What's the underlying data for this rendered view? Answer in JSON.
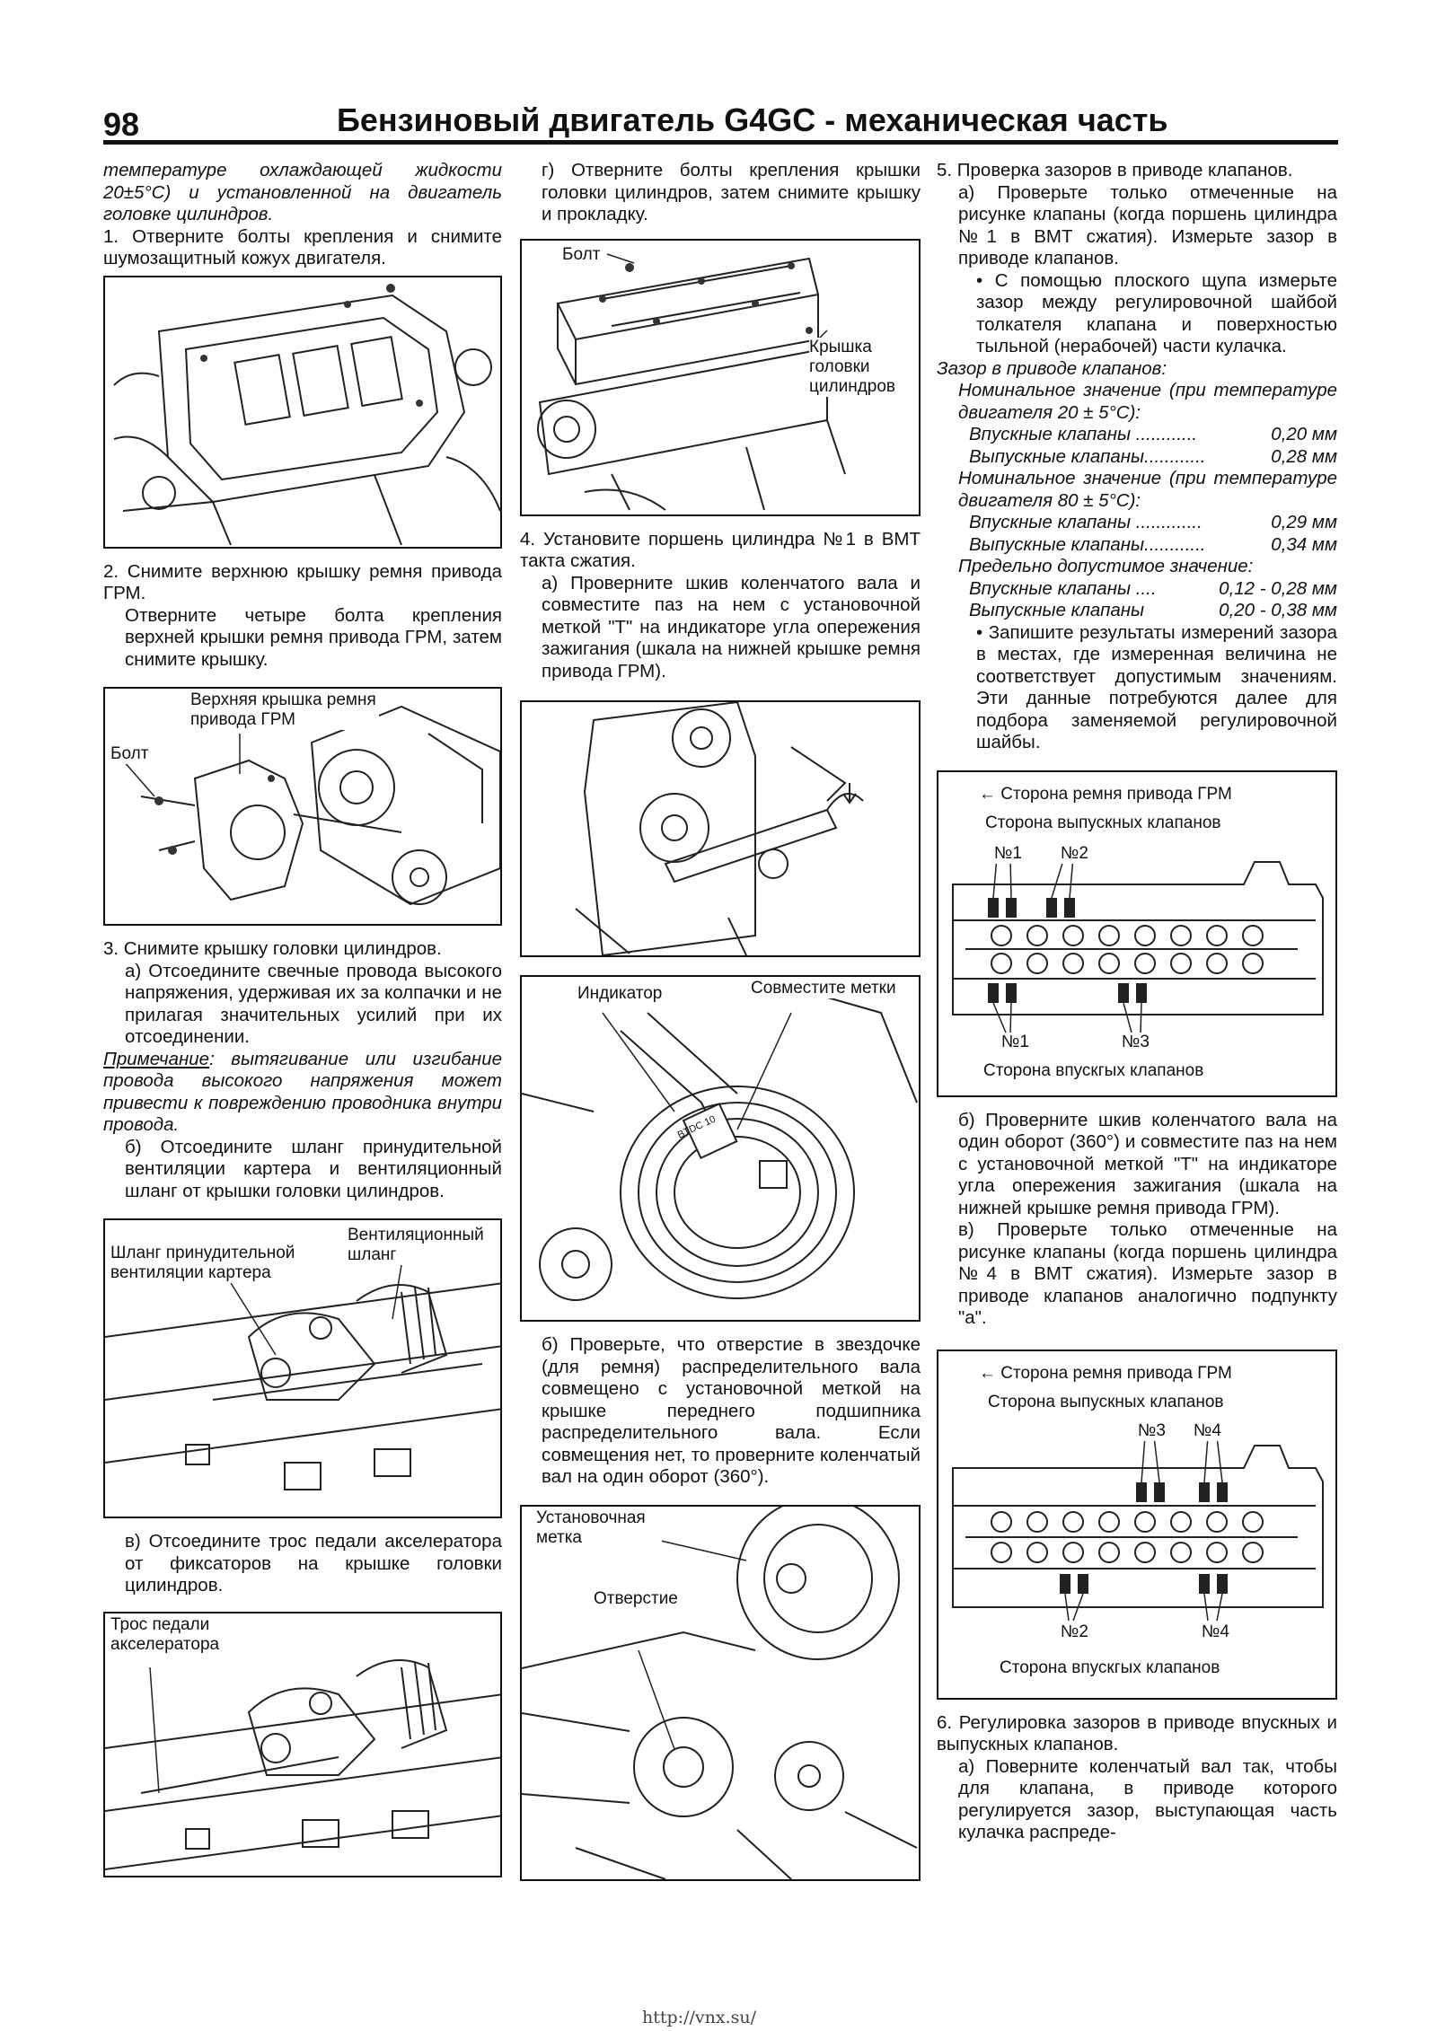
{
  "header": {
    "page_number": "98",
    "title": "Бензиновый двигатель G4GC - механическая часть"
  },
  "col1": {
    "intro": "температуре охлаждающей жидкости 20±5°С) и установленной на двигатель головке цилиндров.",
    "step1": "1. Отверните болты крепления и снимите шумозащитный кожух двигателя.",
    "step2": "2. Снимите верхнюю крышку ремня привода ГРМ.",
    "step2_text": "Отверните четыре болта крепления верхней крышки ремня привода ГРМ, затем снимите крышку.",
    "fig2_label_cover": "Верхняя крышка ремня привода ГРМ",
    "fig2_label_bolt": "Болт",
    "step3": "3. Снимите крышку головки цилиндров.",
    "step3a": "а) Отсоедините свечные провода высокого напряжения, удерживая их за колпачки и не прилагая значительных усилий при их отсоединении.",
    "note_label": "Примечание",
    "note_text": ": вытягивание или изгибание провода высокого напряжения может привести к повреждению проводника внутри провода.",
    "step3b": "б) Отсоедините шланг принудительной вентиляции картера и вентиляционный шланг от крышки головки цилиндров.",
    "fig3_label_pcv": "Шланг принудительной вентиляции картера",
    "fig3_label_vent": "Вентиляционный шланг",
    "step3c": "в) Отсоедините трос педали акселератора от фиксаторов на крышке головки цилиндров.",
    "fig4_label_cable": "Трос педали акселератора"
  },
  "col2": {
    "step3g": "г) Отверните болты крепления крышки головки цилиндров, затем снимите крышку и прокладку.",
    "fig1_label_bolt": "Болт",
    "fig1_label_cover": "Крышка головки цилиндров",
    "step4": "4. Установите поршень цилиндра №1 в ВМТ такта сжатия.",
    "step4a": "а) Проверните шкив коленчатого вала и совместите паз на нем с установочной меткой \"Т\" на индикаторе угла опережения зажигания (шкала на нижней крышке ремня привода ГРМ).",
    "fig3_label_indicator": "Индикатор",
    "fig3_label_align": "Совместите метки",
    "fig3_scale_text": "BTDC 10",
    "step4b": "б) Проверьте, что отверстие в звездочке (для ремня) распределительного вала совмещено с установочной меткой на крышке переднего подшипника распределительного вала. Если совмещения нет, то проверните коленчатый вал на один оборот (360°).",
    "fig4_label_mark": "Установочная метка",
    "fig4_label_hole": "Отверстие"
  },
  "col3": {
    "step5": "5. Проверка зазоров в приводе клапанов.",
    "step5a": "а) Проверьте только отмеченные на рисунке клапаны (когда поршень цилиндра №1 в ВМТ сжатия). Измерьте зазор в приводе клапанов.",
    "bullet1": "• С помощью плоского щупа измерьте зазор между регулировочной шайбой толкателя клапана и поверхностью тыльной (нерабочей) части кулачка.",
    "spec_head": "Зазор в приводе клапанов:",
    "nominal20": "Номинальное значение (при температуре двигателя 20 ± 5°С):",
    "intake20_label": "Впускные клапаны ............",
    "intake20_value": "0,20 мм",
    "exhaust20_label": "Выпускные клапаны............",
    "exhaust20_value": "0,28 мм",
    "nominal80": "Номинальное значение (при температуре двигателя 80 ± 5°С):",
    "intake80_label": "Впускные клапаны .............",
    "intake80_value": "0,29 мм",
    "exhaust80_label": "Выпускные клапаны............",
    "exhaust80_value": "0,34 мм",
    "limit_head": "Предельно допустимое значение:",
    "intake_lim_label": "Впускные клапаны ....",
    "intake_lim_value": "0,12 - 0,28 мм",
    "exhaust_lim_label": "Выпускные клапаны",
    "exhaust_lim_value": "0,20 - 0,38 мм",
    "bullet2": "• Запишите результаты измерений зазора в местах, где измеренная величина не соответствует допустимым значениям. Эти данные потребуются далее для подбора заменяемой регулировочной шайбы.",
    "figA": {
      "belt_side": "← Сторона ремня привода ГРМ",
      "exhaust_side": "Сторона выпускных клапанов",
      "top_n1": "№1",
      "top_n2": "№2",
      "bot_n1": "№1",
      "bot_n3": "№3",
      "intake_side": "Сторона впускгых клапанов"
    },
    "step5b": "б) Проверните шкив коленчатого вала на один оборот (360°) и совместите паз на нем с установочной меткой \"Т\" на индикаторе угла опережения зажигания (шкала на нижней крышке ремня привода ГРМ).",
    "step5v": "в) Проверьте только отмеченные на рисунке клапаны (когда поршень цилиндра №4 в ВМТ сжатия). Измерьте зазор в приводе клапанов аналогично подпункту \"а\".",
    "figB": {
      "belt_side": "← Сторона ремня привода ГРМ",
      "exhaust_side": "Сторона выпускных клапанов",
      "top_n3": "№3",
      "top_n4": "№4",
      "bot_n2": "№2",
      "bot_n4": "№4",
      "intake_side": "Сторона впускгых клапанов"
    },
    "step6": "6. Регулировка зазоров в приводе впускных и выпускных клапанов.",
    "step6a": "а) Поверните коленчатый вал так, чтобы для клапана, в приводе которого регулируется зазор, выступающая часть кулачка распреде-"
  },
  "footer": {
    "url": "http://vnx.su/"
  }
}
